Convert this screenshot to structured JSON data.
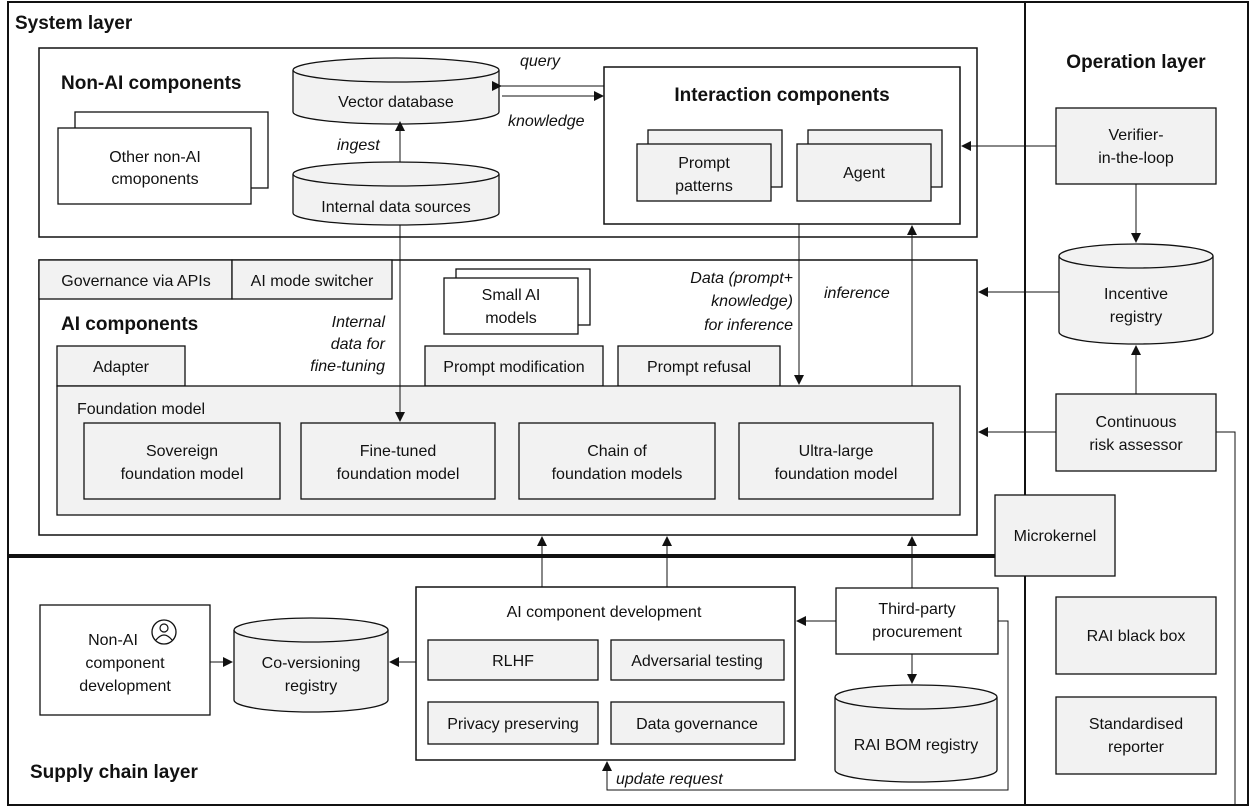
{
  "layers": {
    "system": "System layer",
    "operation": "Operation layer",
    "supply_chain": "Supply chain layer"
  },
  "non_ai": {
    "title": "Non-AI components",
    "other": [
      "Other non-AI",
      "cmoponents"
    ],
    "vector_db": "Vector database",
    "internal_sources": "Internal data sources"
  },
  "interaction": {
    "title": "Interaction components",
    "prompt_patterns": [
      "Prompt",
      "patterns"
    ],
    "agent": "Agent"
  },
  "ai": {
    "title": "AI components",
    "governance_apis": "Governance via APIs",
    "mode_switcher": "AI mode switcher",
    "small_models": [
      "Small AI",
      "models"
    ],
    "adapter": "Adapter",
    "prompt_modification": "Prompt modification",
    "prompt_refusal": "Prompt refusal",
    "foundation_model": "Foundation model",
    "fm_sovereign": [
      "Sovereign",
      "foundation model"
    ],
    "fm_finetuned": [
      "Fine-tuned",
      "foundation model"
    ],
    "fm_chain": [
      "Chain of",
      "foundation models"
    ],
    "fm_ultralarge": [
      "Ultra-large",
      "foundation model"
    ]
  },
  "flows": {
    "query": "query",
    "knowledge": "knowledge",
    "ingest": "ingest",
    "internal_data": [
      "Internal",
      "data for",
      "fine-tuning"
    ],
    "data_prompt": [
      "Data (prompt+",
      "knowledge)",
      "for inference"
    ],
    "inference": "inference",
    "update_request": "update request"
  },
  "operation": {
    "verifier": [
      "Verifier-",
      "in-the-loop"
    ],
    "incentive": [
      "Incentive",
      "registry"
    ],
    "risk_assessor": [
      "Continuous",
      "risk assessor"
    ],
    "microkernel": "Microkernel",
    "black_box": "RAI black box",
    "reporter": [
      "Standardised",
      "reporter"
    ]
  },
  "supply": {
    "non_ai_dev": [
      "Non-AI",
      "component",
      "development"
    ],
    "coversioning": [
      "Co-versioning",
      "registry"
    ],
    "ai_dev": "AI component development",
    "rlhf": "RLHF",
    "adversarial": "Adversarial testing",
    "privacy": "Privacy preserving",
    "data_gov": "Data governance",
    "third_party": [
      "Third-party",
      "procurement"
    ],
    "bom": "RAI BOM registry"
  }
}
